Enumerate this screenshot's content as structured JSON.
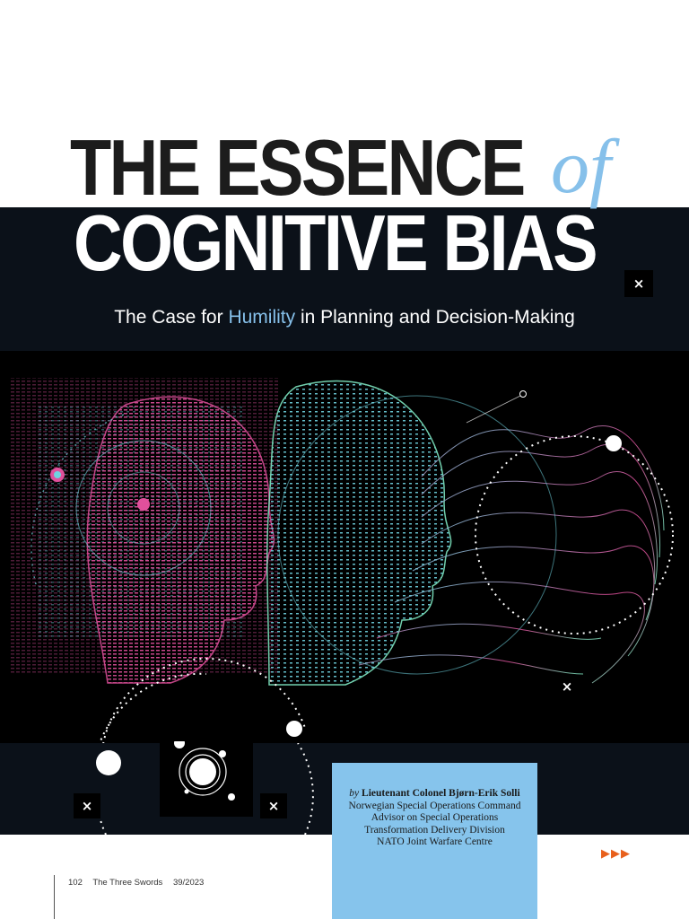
{
  "title": {
    "line1": "THE ESSENCE",
    "connector": "of",
    "line2": "COGNITIVE BIAS"
  },
  "subtitle": {
    "before": "The Case for ",
    "highlight": "Humility",
    "after": " in Planning and Decision-Making"
  },
  "byline": {
    "by": "by",
    "author": "Lieutenant Colonel Bjørn-Erik Solli",
    "lines": [
      "Norwegian Special Operations Command",
      "Advisor on Special Operations",
      "Transformation Delivery Division",
      "NATO Joint Warfare Centre"
    ]
  },
  "footer": {
    "page_number": "102",
    "publication": "The Three Swords",
    "issue": "39/2023"
  },
  "decor": {
    "x_mark": "×",
    "continue_arrows": "▶▶▶"
  },
  "colors": {
    "accent_blue": "#86c0ea",
    "dark_band": "#0b1119",
    "arrow_orange": "#e8601c",
    "art_pink": "#e0509c",
    "art_cyan": "#6fd3e0"
  }
}
